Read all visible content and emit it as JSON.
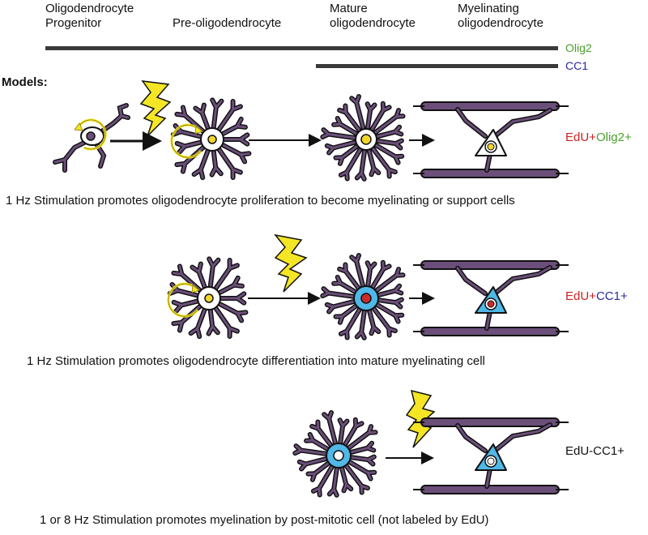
{
  "stages": [
    {
      "line1": "Oligodendrocyte",
      "line2": "Progenitor"
    },
    {
      "line1": "Pre-oligodendrocyte",
      "line2": ""
    },
    {
      "line1": "Mature",
      "line2": "oligodendrocyte"
    },
    {
      "line1": "Myelinating",
      "line2": "oligodendrocyte"
    }
  ],
  "markers": [
    {
      "name": "Olig2",
      "color": "#4aa02c"
    },
    {
      "name": "CC1",
      "color": "#2a2aa0"
    }
  ],
  "models_label": "Models:",
  "rows": [
    {
      "caption": "1 Hz Stimulation promotes oligodendrocyte proliferation to become myelinating or support cells",
      "stain": [
        {
          "text": "EdU+",
          "color": "#cc2222"
        },
        {
          "text": "Olig2+",
          "color": "#4aa02c"
        }
      ]
    },
    {
      "caption": "1 Hz Stimulation promotes oligodendrocyte differentiation into mature myelinating cell",
      "stain": [
        {
          "text": "EdU+",
          "color": "#cc2222"
        },
        {
          "text": "CC1+",
          "color": "#2a2aa0"
        }
      ]
    },
    {
      "caption": "1 or 8 Hz Stimulation promotes myelination by post-mitotic cell (not labeled by EdU)",
      "stain": [
        {
          "text": "EdU-CC1+",
          "color": "#111111"
        }
      ]
    }
  ],
  "colors": {
    "bar": "#3a3a3a",
    "process_fill": "#6b4f7a",
    "process_stroke": "#111111",
    "bolt": "#f5e625",
    "cytoplasm_cc1": "#4fb8e6",
    "nucleus_yellow": "#f3d62a",
    "nucleus_red": "#cc2a2a",
    "nucleus_white": "#ffffff"
  }
}
